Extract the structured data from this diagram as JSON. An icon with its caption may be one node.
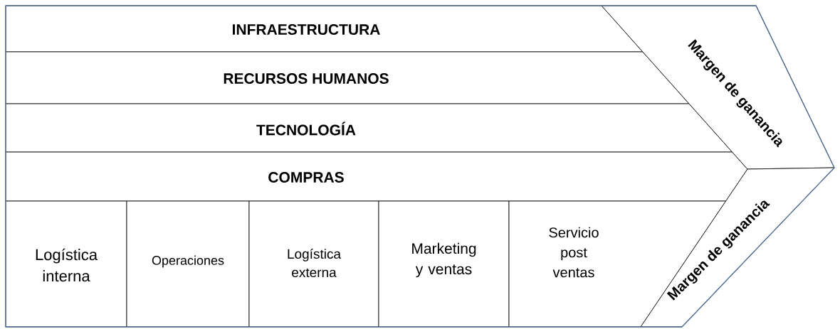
{
  "diagram": {
    "nodes": [
      {
        "text": [
          "INFRAESTRUCTURA"
        ]
      },
      {
        "text": [
          "RECURSOS HUMANOS"
        ]
      },
      {
        "text": [
          "TECNOLOGÍA"
        ]
      },
      {
        "text": [
          "COMPRAS"
        ]
      },
      {
        "text": [
          "Logística interna"
        ]
      },
      {
        "text": [
          "Operaciones"
        ]
      },
      {
        "text": [
          "Logística externa"
        ]
      },
      {
        "text": [
          "Marketing y ventas"
        ]
      },
      {
        "text": [
          "Servicio post ventas"
        ]
      },
      {
        "text": [
          "Margen de ganancia"
        ]
      },
      {
        "text": [
          "Margen de ganancia"
        ]
      }
    ]
  }
}
